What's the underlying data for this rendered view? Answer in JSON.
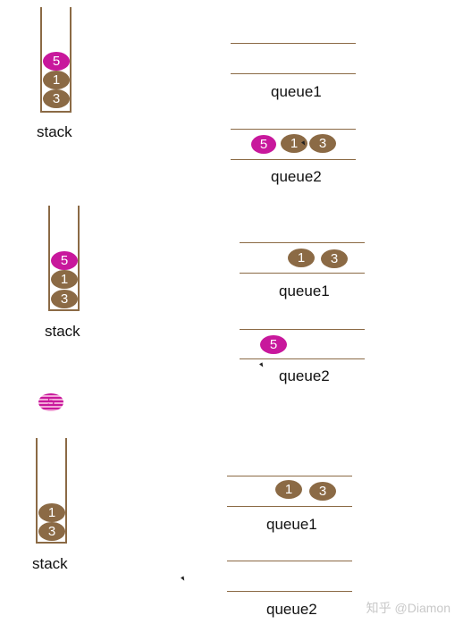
{
  "panels": [
    {
      "stack_balls": [
        "5",
        "1",
        "3"
      ],
      "stack_label": "stack",
      "queue1_balls": [],
      "queue1_label": "queue1",
      "queue2_balls": [
        "5",
        "1",
        "3"
      ],
      "queue2_label": "queue2"
    },
    {
      "stack_balls": [
        "5",
        "1",
        "3"
      ],
      "stack_label": "stack",
      "queue1_balls": [
        "1",
        "3"
      ],
      "queue1_label": "queue1",
      "queue2_balls": [
        "5"
      ],
      "queue2_label": "queue2"
    },
    {
      "popped_ball": "5",
      "stack_balls": [
        "1",
        "3"
      ],
      "stack_label": "stack",
      "queue1_balls": [
        "1",
        "3"
      ],
      "queue1_label": "queue1",
      "queue2_balls": [],
      "queue2_label": "queue2"
    }
  ],
  "watermark": "知乎 @Diamon",
  "colors": {
    "brown": "#8b6a45",
    "magenta": "#c8189c"
  }
}
